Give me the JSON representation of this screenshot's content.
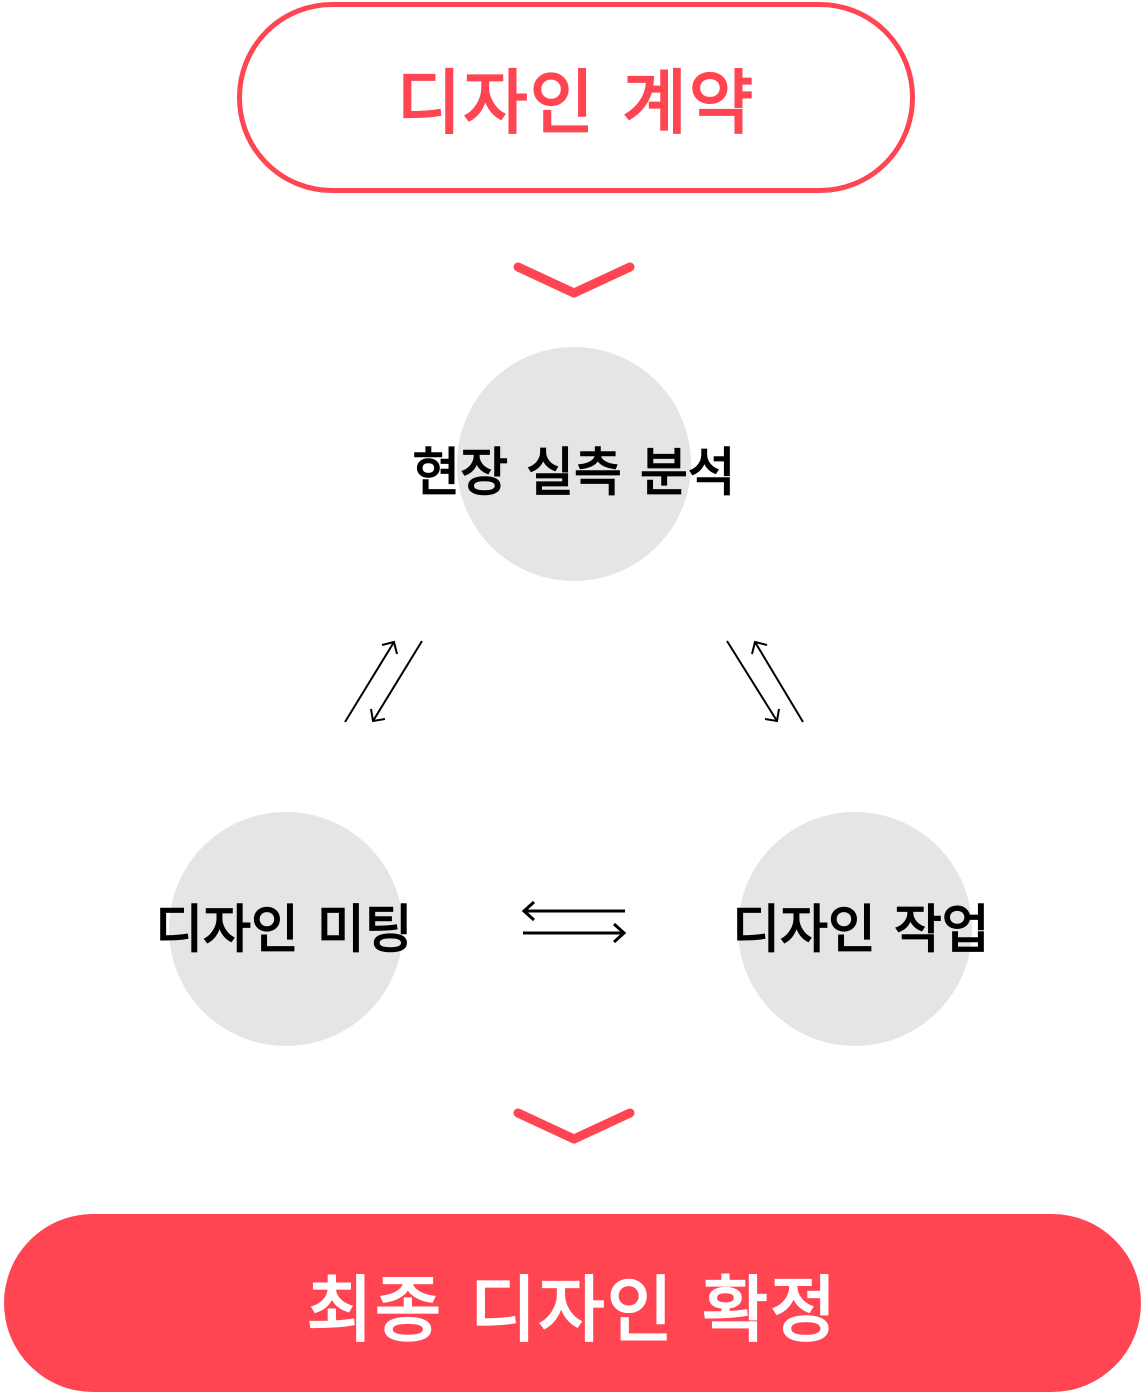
{
  "colors": {
    "accent": "#ff4552",
    "circle_fill": "#e5e5e5",
    "text": "#000000"
  },
  "start": {
    "label": "디자인 계약"
  },
  "cycle": {
    "nodes": [
      {
        "label": "현장 실측 분석",
        "position": "top"
      },
      {
        "label": "디자인 미팅",
        "position": "bottom-left"
      },
      {
        "label": "디자인 작업",
        "position": "bottom-right"
      }
    ],
    "connectors": [
      {
        "from": "현장 실측 분석",
        "to": "디자인 미팅",
        "type": "bidirectional-arrows"
      },
      {
        "from": "현장 실측 분석",
        "to": "디자인 작업",
        "type": "bidirectional-arrows"
      },
      {
        "from": "디자인 미팅",
        "to": "디자인 작업",
        "type": "bidirectional-arrows"
      }
    ]
  },
  "end": {
    "label": "최종 디자인 확정"
  },
  "icons": {
    "step_arrow": "chevron-down-icon",
    "exchange": "bidirectional-arrow-icon"
  }
}
